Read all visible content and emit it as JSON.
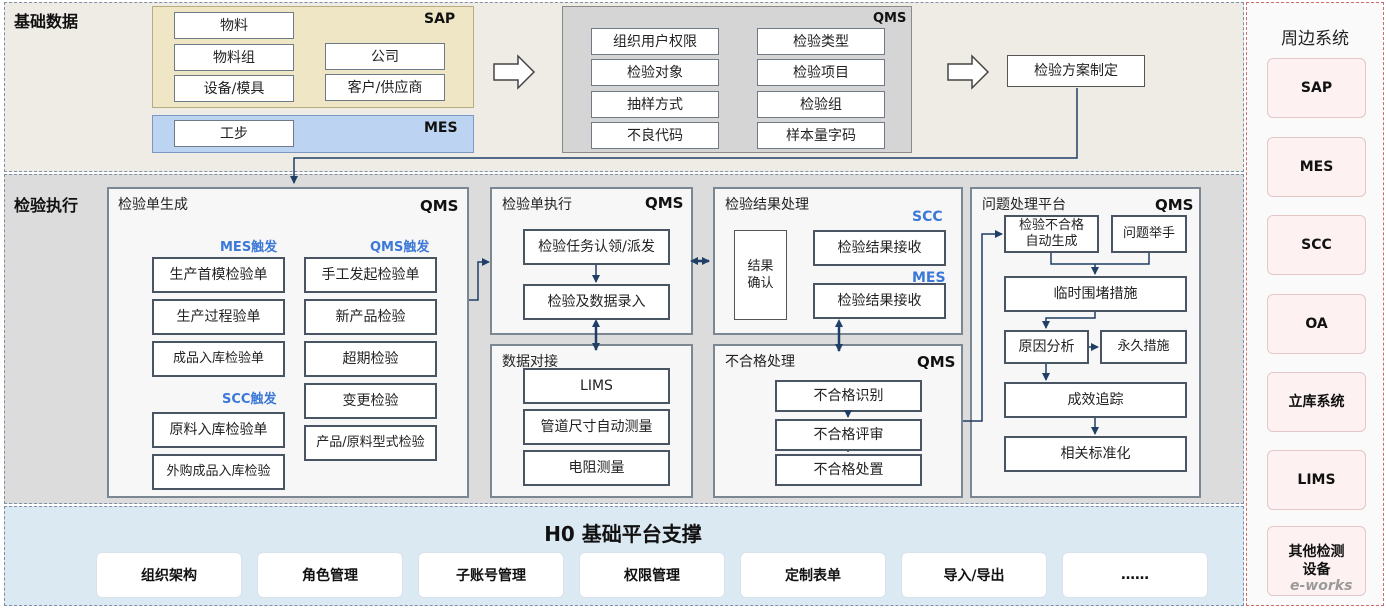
{
  "sections": {
    "basic_data": "基础数据",
    "inspection_exec": "检验执行",
    "platform": "H0 基础平台支撑",
    "peripheral": "周边系统"
  },
  "basic": {
    "sap_tag": "SAP",
    "sap_items": [
      "物料",
      "物料组",
      "设备/模具",
      "公司",
      "客户/供应商"
    ],
    "mes_tag": "MES",
    "mes_items": [
      "工步"
    ],
    "qms_tag": "QMS",
    "qms_left": [
      "组织用户权限",
      "检验对象",
      "抽样方式",
      "不良代码"
    ],
    "qms_right": [
      "检验类型",
      "检验项目",
      "检验组",
      "样本量字码"
    ],
    "plan": "检验方案制定"
  },
  "gen": {
    "title": "检验单生成",
    "tag": "QMS",
    "mes_trigger": "MES触发",
    "qms_trigger": "QMS触发",
    "scc_trigger": "SCC触发",
    "mes_items": [
      "生产首模检验单",
      "生产过程验单",
      "成品入库检验单"
    ],
    "scc_items": [
      "原料入库检验单",
      "外购成品入库检验"
    ],
    "qms_items": [
      "手工发起检验单",
      "新产品检验",
      "超期检验",
      "变更检验",
      "产品/原料型式检验"
    ]
  },
  "exec": {
    "title": "检验单执行",
    "tag": "QMS",
    "items": [
      "检验任务认领/派发",
      "检验及数据录入"
    ]
  },
  "docking": {
    "title": "数据对接",
    "items": [
      "LIMS",
      "管道尺寸自动测量",
      "电阻测量"
    ]
  },
  "result": {
    "title": "检验结果处理",
    "confirm": "结果确认",
    "scc_tag": "SCC",
    "mes_tag": "MES",
    "items": [
      "检验结果接收",
      "检验结果接收"
    ]
  },
  "nc": {
    "title": "不合格处理",
    "tag": "QMS",
    "items": [
      "不合格识别",
      "不合格评审",
      "不合格处置"
    ]
  },
  "issue": {
    "title": "问题处理平台",
    "tag": "QMS",
    "auto": "检验不合格自动生成",
    "report": "问题举手",
    "temp": "临时围堵措施",
    "cause": "原因分析",
    "perm": "永久措施",
    "track": "成效追踪",
    "standard": "相关标准化"
  },
  "bottom_items": [
    "组织架构",
    "角色管理",
    "子账号管理",
    "权限管理",
    "定制表单",
    "导入/导出",
    "……"
  ],
  "side_items": [
    "SAP",
    "MES",
    "SCC",
    "OA",
    "立库系统",
    "LIMS",
    "其他检测设备"
  ],
  "watermark": "e-works",
  "colors": {
    "sap_bg": "#efe6c6",
    "mes_bg": "#bcd3f1",
    "qms_bg": "#d5d5d5",
    "trigger": "#3c78d8",
    "side_border": "#d46b6b"
  }
}
